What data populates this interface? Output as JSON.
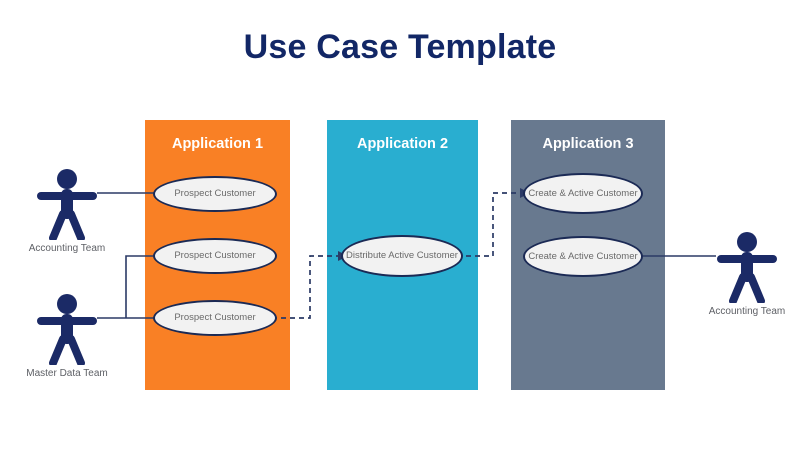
{
  "page": {
    "title": "Use Case Template"
  },
  "colors": {
    "title": "#122766",
    "app1": "#F98025",
    "app2": "#29AED0",
    "app3": "#68798F",
    "actor": "#1B2A66",
    "connector": "#2B3A66",
    "ellipse_fill": "#F2F2F2",
    "ellipse_border": "#1B2A55",
    "ellipse_text": "#6A6A6A",
    "label_text": "#5E6066"
  },
  "columns": [
    {
      "id": "app-1",
      "title": "Application 1",
      "color": "#F98025",
      "usecases": [
        {
          "id": "uc-prospect-1",
          "label": "Prospect Customer"
        },
        {
          "id": "uc-prospect-2",
          "label": "Prospect Customer"
        },
        {
          "id": "uc-prospect-3",
          "label": "Prospect Customer"
        }
      ]
    },
    {
      "id": "app-2",
      "title": "Application 2",
      "color": "#29AED0",
      "usecases": [
        {
          "id": "uc-distribute-1",
          "label": "Distribute Active Customer"
        }
      ]
    },
    {
      "id": "app-3",
      "title": "Application 3",
      "color": "#68798F",
      "usecases": [
        {
          "id": "uc-create-1",
          "label": "Create & Active Customer"
        },
        {
          "id": "uc-create-2",
          "label": "Create & Active Customer"
        }
      ]
    }
  ],
  "actors": [
    {
      "id": "actor-accounting-left",
      "label": "Accounting Team",
      "side": "left"
    },
    {
      "id": "actor-master-data",
      "label": "Master Data Team",
      "side": "left"
    },
    {
      "id": "actor-accounting-right",
      "label": "Accounting Team",
      "side": "right"
    }
  ]
}
